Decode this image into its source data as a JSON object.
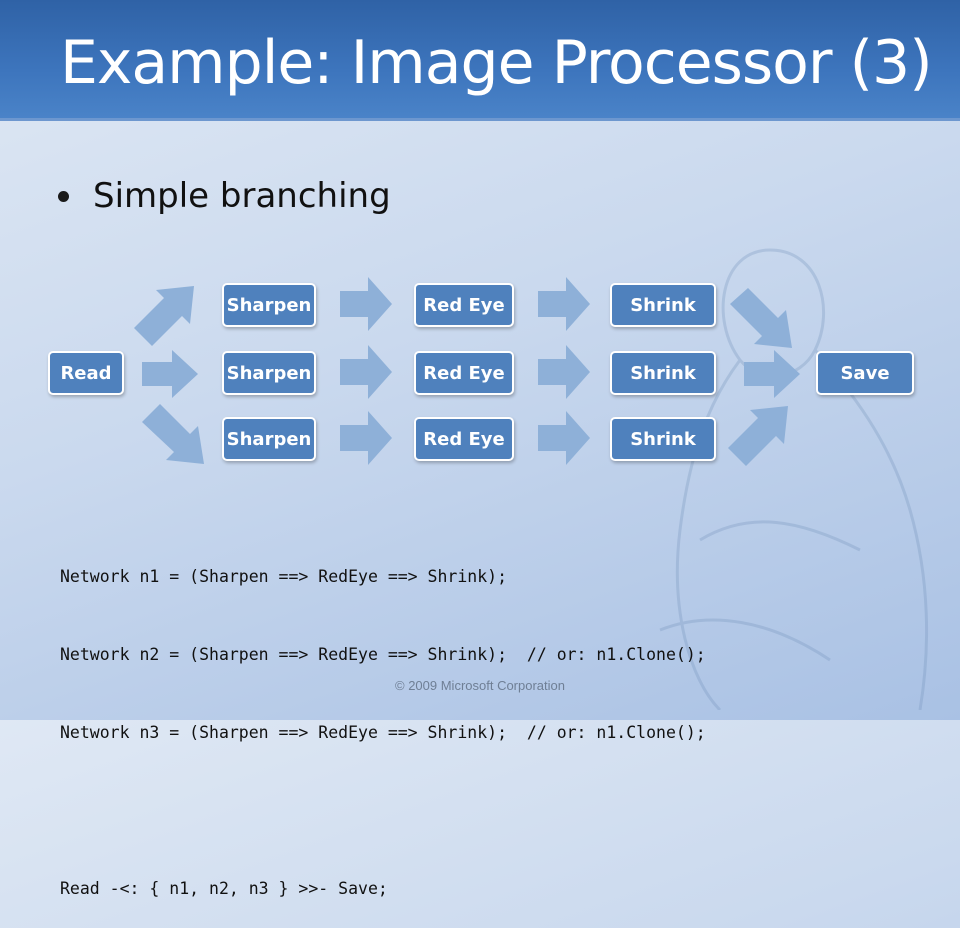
{
  "slide": {
    "title": "Example: Image Processor (3)",
    "bullet": "Simple branching",
    "footer": "© 2009 Microsoft Corporation"
  },
  "diagram": {
    "read": "Read",
    "save": "Save",
    "branches": [
      {
        "sharpen": "Sharpen",
        "red_eye": "Red Eye",
        "shrink": "Shrink"
      },
      {
        "sharpen": "Sharpen",
        "red_eye": "Red Eye",
        "shrink": "Shrink"
      },
      {
        "sharpen": "Sharpen",
        "red_eye": "Red Eye",
        "shrink": "Shrink"
      }
    ],
    "colors": {
      "node_fill": "#4f81bd",
      "arrow_fill": "#8eb0d8"
    }
  },
  "code": {
    "lines": [
      "Network n1 = (Sharpen ==> RedEye ==> Shrink);",
      "Network n2 = (Sharpen ==> RedEye ==> Shrink);  // or: n1.Clone();",
      "Network n3 = (Sharpen ==> RedEye ==> Shrink);  // or: n1.Clone();"
    ],
    "final_line": "Read -<: { n1, n2, n3 } >>- Save;"
  }
}
